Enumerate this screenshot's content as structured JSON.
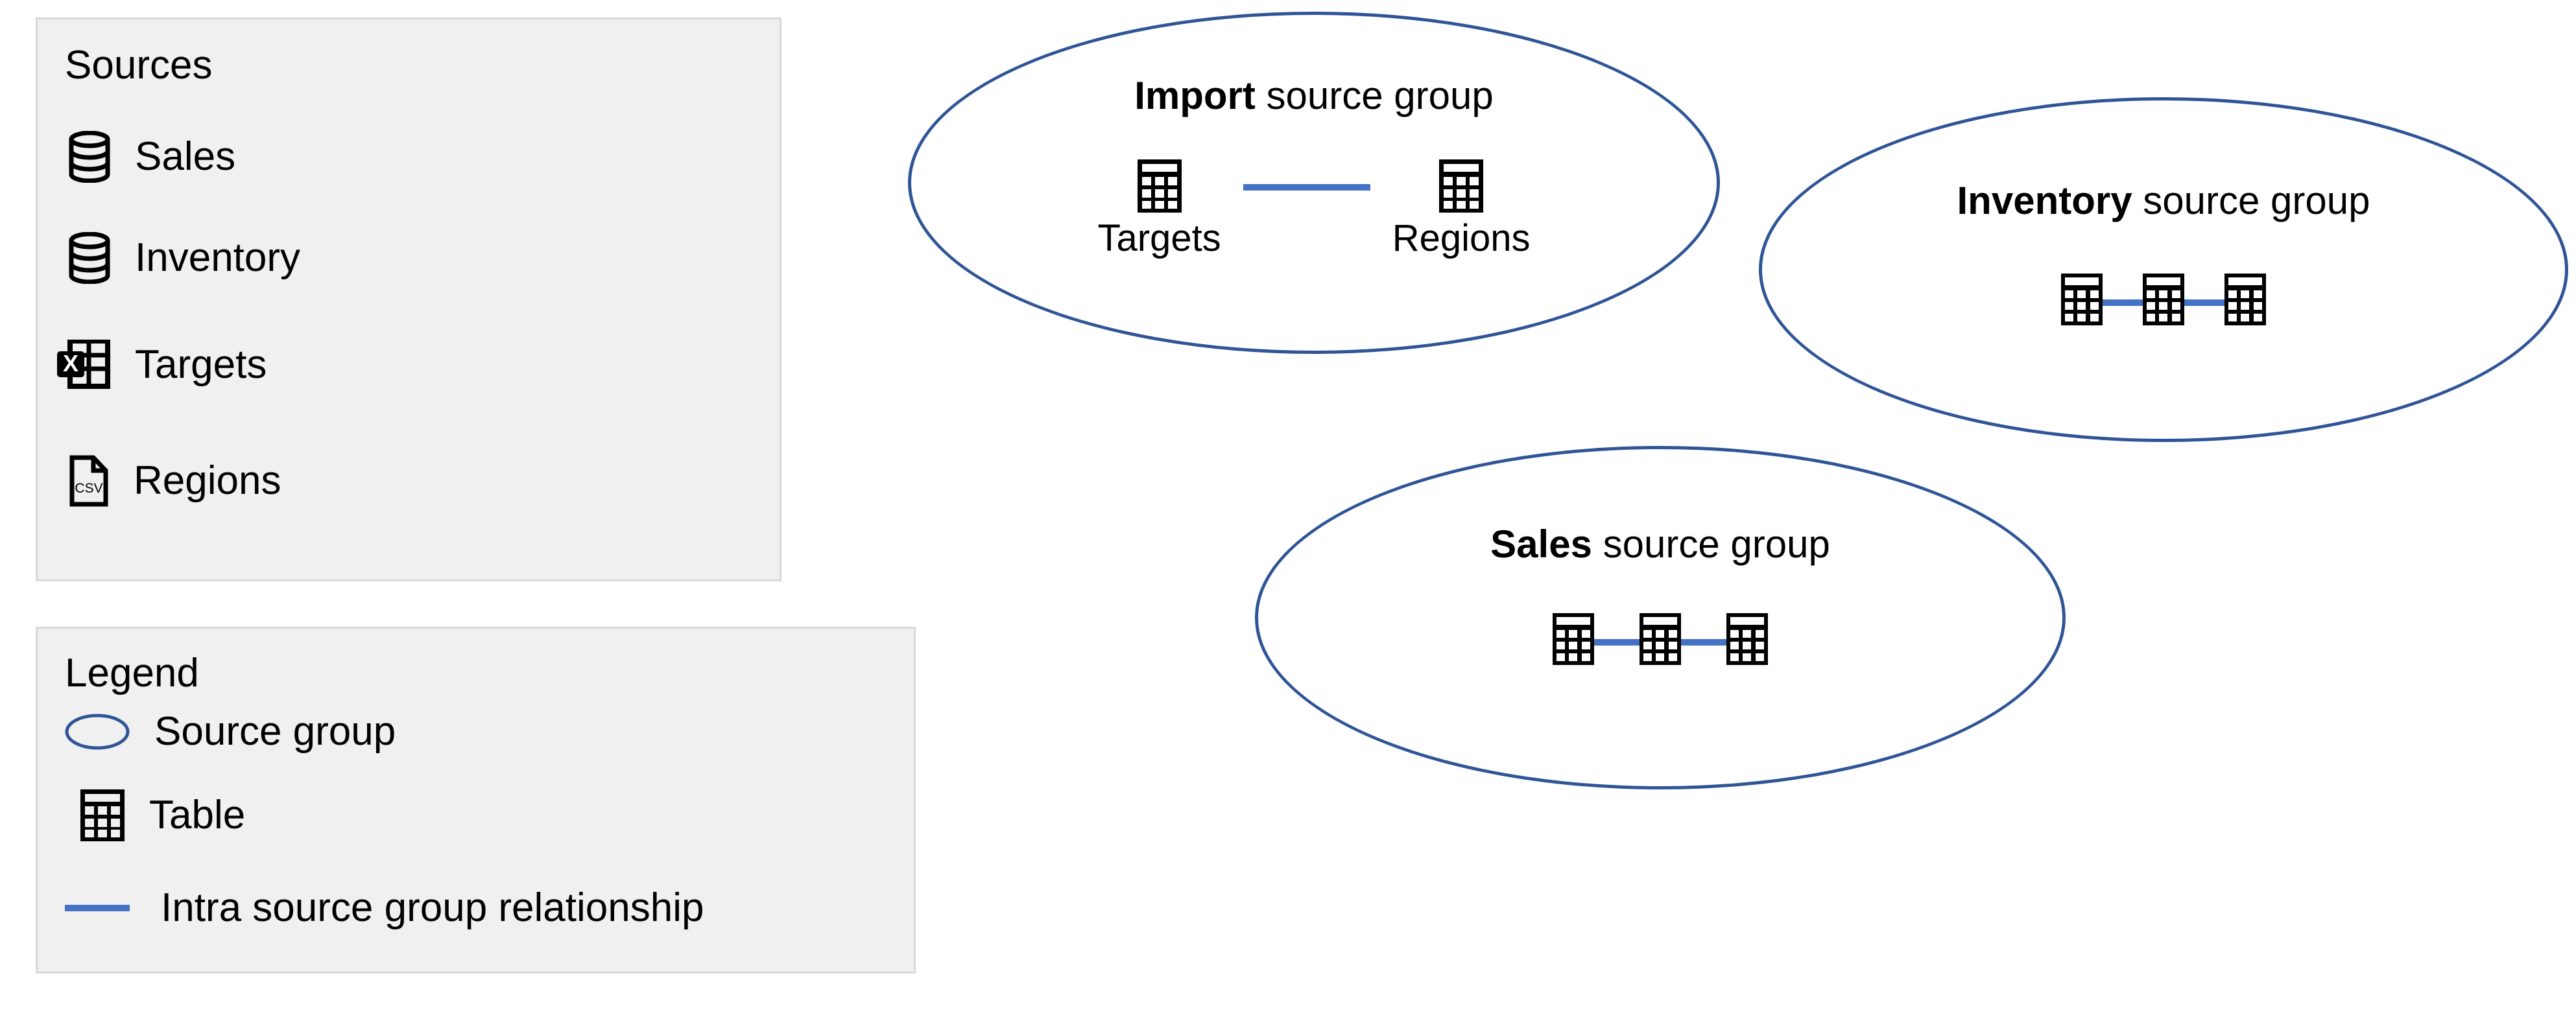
{
  "sources_panel": {
    "title": "Sources",
    "items": [
      {
        "label": "Sales",
        "icon": "database-icon"
      },
      {
        "label": "Inventory",
        "icon": "database-icon"
      },
      {
        "label": "Targets",
        "icon": "excel-spreadsheet-icon"
      },
      {
        "label": "Regions",
        "icon": "csv-file-icon"
      }
    ]
  },
  "legend_panel": {
    "title": "Legend",
    "items": [
      {
        "label": "Source group",
        "icon": "ellipse-outline-icon"
      },
      {
        "label": "Table",
        "icon": "table-icon"
      },
      {
        "label": "Intra source group relationship",
        "icon": "blue-line-icon"
      }
    ]
  },
  "source_groups": [
    {
      "id": "import",
      "name": "Import",
      "suffix": " source group",
      "tables": [
        {
          "label": "Targets"
        },
        {
          "label": "Regions"
        }
      ],
      "relationships": 1
    },
    {
      "id": "inventory",
      "name": "Inventory",
      "suffix": " source group",
      "tables": [
        {
          "label": ""
        },
        {
          "label": ""
        },
        {
          "label": ""
        }
      ],
      "relationships": 2
    },
    {
      "id": "sales",
      "name": "Sales",
      "suffix": " source group",
      "tables": [
        {
          "label": ""
        },
        {
          "label": ""
        },
        {
          "label": ""
        }
      ],
      "relationships": 2
    }
  ],
  "colors": {
    "group_outline": "#2F5597",
    "relationship_line": "#4472C4",
    "panel_background": "#F0F0F0",
    "panel_border": "#D9D9D9",
    "icon_black": "#000000",
    "page_background": "#FFFFFF"
  }
}
